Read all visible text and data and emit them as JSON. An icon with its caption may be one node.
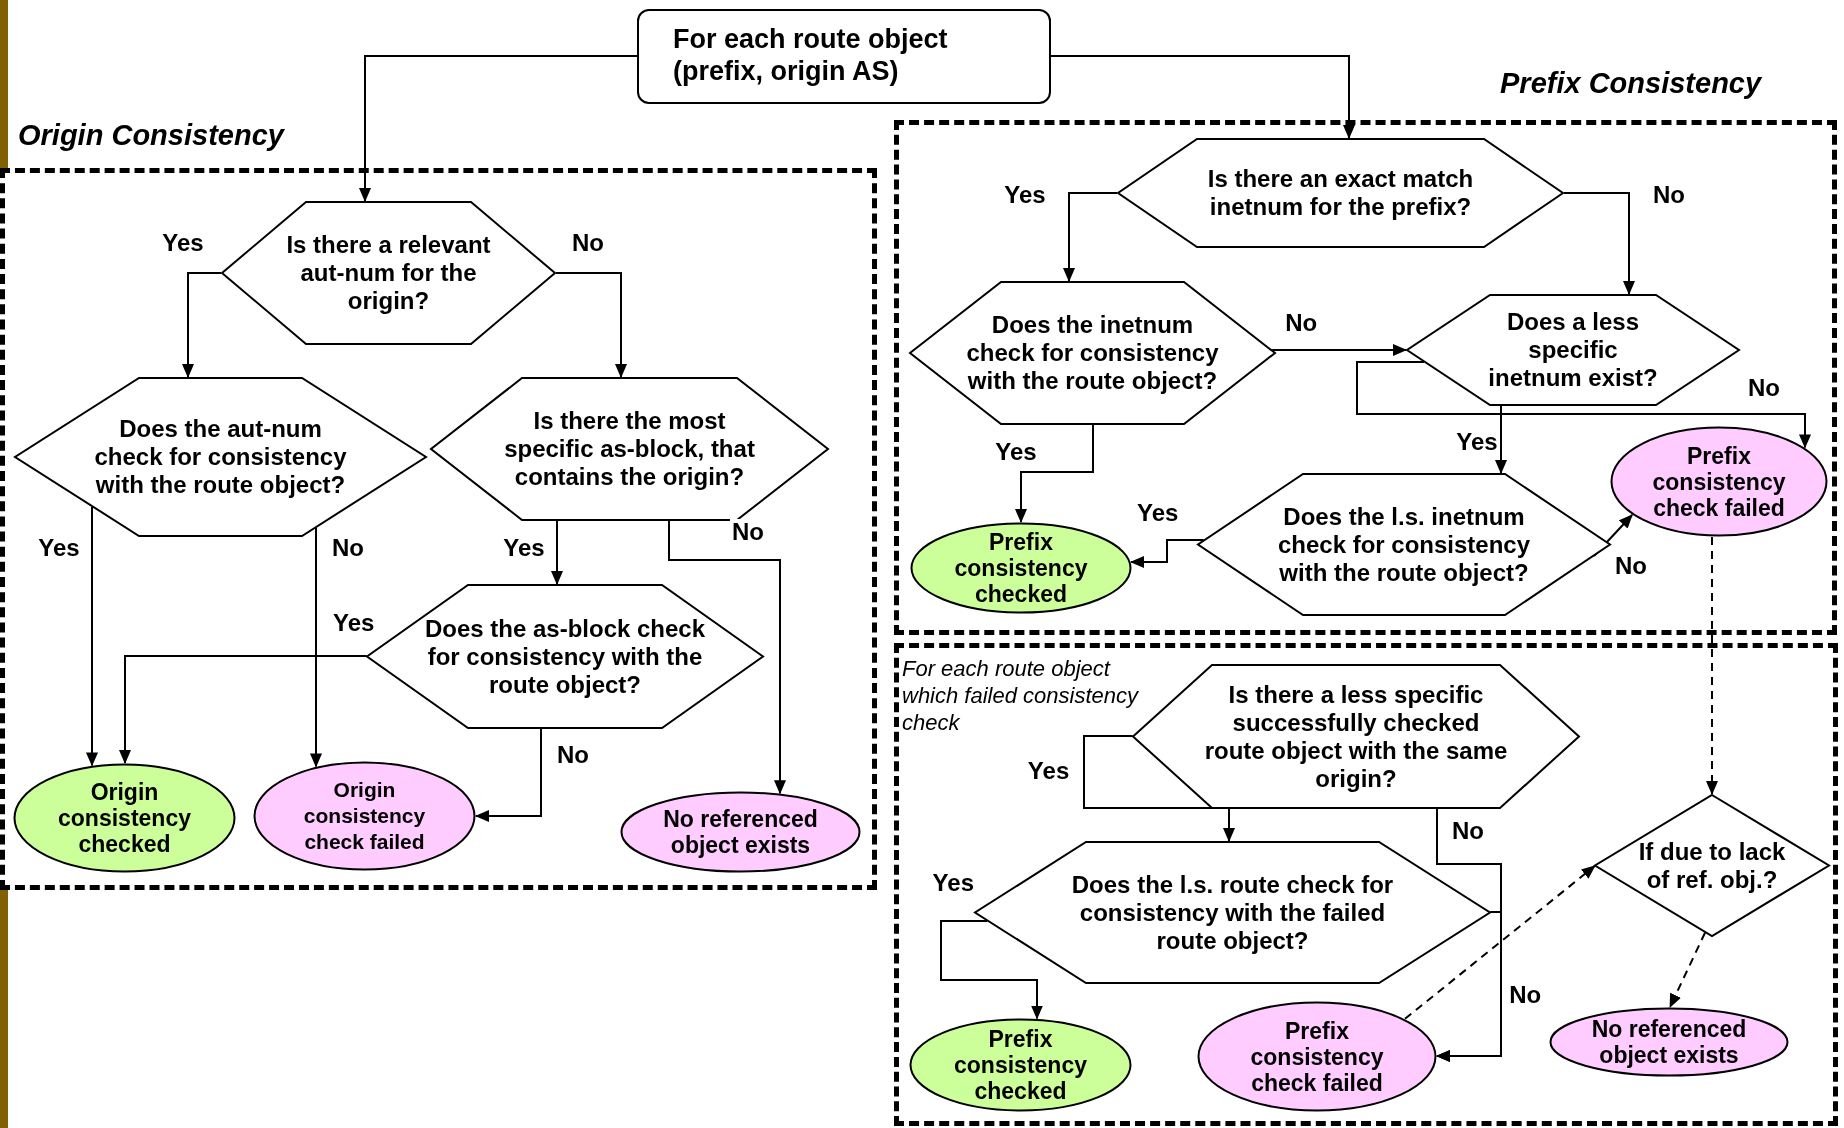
{
  "diagram": {
    "nodes": [
      {
        "text": [
          "For each route object (prefix, origin AS)"
        ]
      },
      {
        "text": [
          "Origin Consistency"
        ]
      },
      {
        "text": [
          "Prefix Consistency"
        ]
      },
      {
        "text": [
          "For each route object which failed consistency check"
        ]
      },
      {
        "text": [
          "Is there a relevant aut-num for the origin?"
        ],
        "in": 1
      },
      {
        "text": [
          "Does the aut-num check for consistency with the route object?"
        ],
        "in": 1
      },
      {
        "text": [
          "Is there the most specific as-block, that contains the origin?"
        ],
        "in": 1
      },
      {
        "text": [
          "Does the as-block check for consistency with the route object?"
        ],
        "in": 1
      },
      {
        "text": [
          "Origin consistency checked"
        ],
        "in": 1
      },
      {
        "text": [
          "Origin consistency check failed"
        ],
        "in": 1
      },
      {
        "text": [
          "No referenced object exists"
        ],
        "in": 1
      },
      {
        "text": [
          "Is there an exact match inetnum for the prefix?"
        ],
        "in": 2
      },
      {
        "text": [
          "Does the inetnum check for consistency with the route object?"
        ],
        "in": 2
      },
      {
        "text": [
          "Does a less specific inetnum exist?"
        ],
        "in": 2
      },
      {
        "text": [
          "Prefix consistency check failed"
        ],
        "in": 2
      },
      {
        "text": [
          "Prefix consistency checked"
        ],
        "in": 2
      },
      {
        "text": [
          "Does the l.s. inetnum check for consistency with the route object?"
        ],
        "in": 2
      },
      {
        "text": [
          "Is there a less specific successfully checked route object with the same origin?"
        ],
        "in": 3
      },
      {
        "text": [
          "Does the l.s. route check for consistency with the failed route object?"
        ],
        "in": 3
      },
      {
        "text": [
          "Prefix consistency checked"
        ],
        "in": 3
      },
      {
        "text": [
          "Prefix consistency check failed"
        ],
        "in": 3
      },
      {
        "text": [
          "If due to lack of ref. obj.?"
        ],
        "in": 3
      },
      {
        "text": [
          "No referenced object exists"
        ],
        "in": 3
      }
    ],
    "edges": [
      {
        "from": 0,
        "to": 4,
        "arrow": "to"
      },
      {
        "from": 0,
        "to": 11,
        "arrow": "to"
      },
      {
        "from": 4,
        "to": 5,
        "arrow": "to",
        "label": "Yes"
      },
      {
        "from": 4,
        "to": 6,
        "arrow": "to",
        "label": "No"
      },
      {
        "from": 5,
        "to": 8,
        "arrow": "to",
        "label": "Yes"
      },
      {
        "from": 5,
        "to": 9,
        "arrow": "to",
        "label": "No"
      },
      {
        "from": 6,
        "to": 7,
        "arrow": "to",
        "label": "Yes"
      },
      {
        "from": 6,
        "to": 10,
        "arrow": "to",
        "label": "No"
      },
      {
        "from": 7,
        "to": 8,
        "arrow": "to",
        "label": "Yes"
      },
      {
        "from": 7,
        "to": 9,
        "arrow": "to",
        "label": "No"
      },
      {
        "from": 11,
        "to": 12,
        "arrow": "to",
        "label": "Yes"
      },
      {
        "from": 11,
        "to": 13,
        "arrow": "to",
        "label": "No"
      },
      {
        "from": 12,
        "to": 13,
        "arrow": "to",
        "label": "No"
      },
      {
        "from": 13,
        "to": 14,
        "arrow": "to",
        "label": "No"
      },
      {
        "from": 13,
        "to": 16,
        "arrow": "to",
        "label": "Yes"
      },
      {
        "from": 12,
        "to": 15,
        "arrow": "to",
        "label": "Yes"
      },
      {
        "from": 16,
        "to": 15,
        "arrow": "to",
        "label": "Yes"
      },
      {
        "from": 16,
        "to": 14,
        "arrow": "to",
        "label": "No"
      },
      {
        "from": 14,
        "to": 21,
        "arrow": "to",
        "style": "dashed"
      },
      {
        "from": 20,
        "to": 21,
        "arrow": "to",
        "style": "dashed"
      },
      {
        "from": 21,
        "to": 22,
        "arrow": "to",
        "style": "dashed"
      },
      {
        "from": 17,
        "to": 18,
        "arrow": "to",
        "label": "Yes"
      },
      {
        "from": 17,
        "to": 20,
        "arrow": "to",
        "label": "No"
      },
      {
        "from": 18,
        "to": 19,
        "arrow": "to",
        "label": "Yes"
      },
      {
        "from": 18,
        "to": 20,
        "arrow": "to",
        "label": "No"
      }
    ]
  }
}
